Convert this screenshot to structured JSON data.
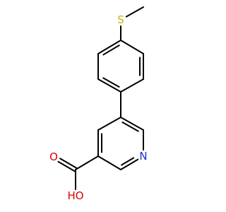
{
  "molecule": {
    "atoms": [
      {
        "id": "c_methyl",
        "element": "C",
        "label": ""
      },
      {
        "id": "s1",
        "element": "S",
        "label": "S",
        "color": "#c8b400"
      },
      {
        "id": "c_p1",
        "element": "C",
        "label": ""
      },
      {
        "id": "c_p2",
        "element": "C",
        "label": ""
      },
      {
        "id": "c_p3",
        "element": "C",
        "label": ""
      },
      {
        "id": "c_p4",
        "element": "C",
        "label": ""
      },
      {
        "id": "c_p5",
        "element": "C",
        "label": ""
      },
      {
        "id": "c_p6",
        "element": "C",
        "label": ""
      },
      {
        "id": "c_y5",
        "element": "C",
        "label": ""
      },
      {
        "id": "c_y6",
        "element": "C",
        "label": ""
      },
      {
        "id": "n1",
        "element": "N",
        "label": "N",
        "color": "#1f2bd1"
      },
      {
        "id": "c_y2",
        "element": "C",
        "label": ""
      },
      {
        "id": "c_y3",
        "element": "C",
        "label": ""
      },
      {
        "id": "c_y4",
        "element": "C",
        "label": ""
      },
      {
        "id": "c_acid",
        "element": "C",
        "label": ""
      },
      {
        "id": "o_carbonyl",
        "element": "O",
        "label": "O",
        "color": "#e00000"
      },
      {
        "id": "o_hydroxyl",
        "element": "O",
        "label": "HO",
        "color": "#e00000"
      }
    ],
    "bonds": [
      {
        "a": "c_methyl",
        "b": "s1",
        "order": 1
      },
      {
        "a": "s1",
        "b": "c_p1",
        "order": 1
      },
      {
        "a": "c_p1",
        "b": "c_p2",
        "order": 2
      },
      {
        "a": "c_p2",
        "b": "c_p3",
        "order": 1
      },
      {
        "a": "c_p3",
        "b": "c_p4",
        "order": 2
      },
      {
        "a": "c_p4",
        "b": "c_p5",
        "order": 1
      },
      {
        "a": "c_p5",
        "b": "c_p6",
        "order": 2
      },
      {
        "a": "c_p6",
        "b": "c_p1",
        "order": 1
      },
      {
        "a": "c_p4",
        "b": "c_y5",
        "order": 1
      },
      {
        "a": "c_y5",
        "b": "c_y6",
        "order": 2
      },
      {
        "a": "c_y6",
        "b": "n1",
        "order": 1
      },
      {
        "a": "n1",
        "b": "c_y2",
        "order": 2
      },
      {
        "a": "c_y2",
        "b": "c_y3",
        "order": 1
      },
      {
        "a": "c_y3",
        "b": "c_y4",
        "order": 2
      },
      {
        "a": "c_y4",
        "b": "c_y5",
        "order": 1
      },
      {
        "a": "c_y3",
        "b": "c_acid",
        "order": 1
      },
      {
        "a": "c_acid",
        "b": "o_carbonyl",
        "order": 2
      },
      {
        "a": "c_acid",
        "b": "o_hydroxyl",
        "order": 1
      }
    ]
  }
}
